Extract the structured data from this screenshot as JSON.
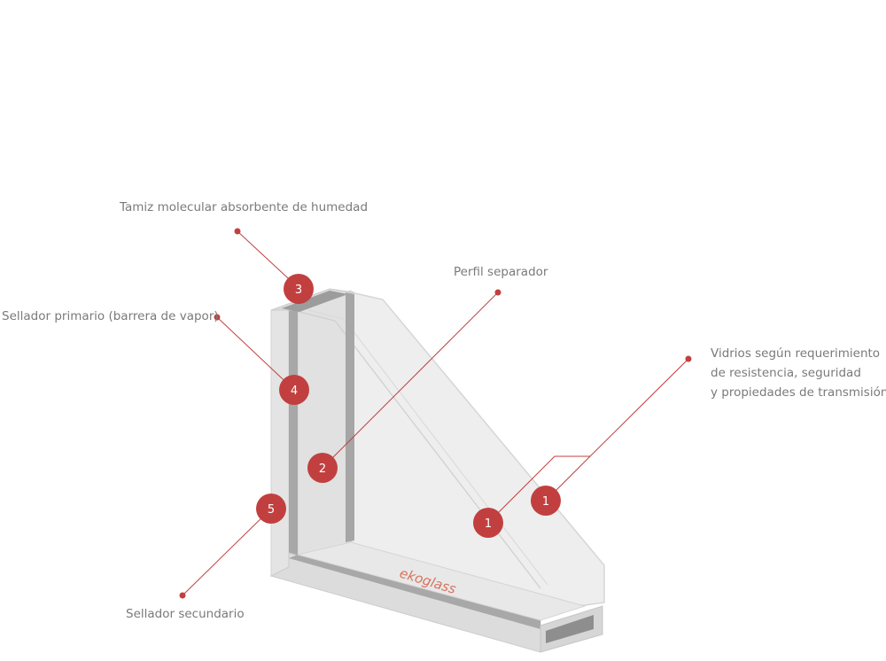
{
  "labels": {
    "tamiz": "Tamiz molecular absorbente de humedad",
    "sellador_primario": "Sellador primario (barrera de vapor)",
    "perfil": "Perfil separador",
    "vidrios": [
      "Vidrios según requerimiento",
      "de resistencia, seguridad",
      "y propiedades de transmisión"
    ],
    "sellador_secundario": "Sellador secundario"
  },
  "badges": {
    "b3": "3",
    "b4": "4",
    "b2": "2",
    "b5": "5",
    "b1a": "1",
    "b1b": "1"
  },
  "brand": "ekoglass",
  "colors": {
    "accent": "#c1403f",
    "label_text": "#7a7a7a",
    "leader_line": "#c1403f"
  }
}
